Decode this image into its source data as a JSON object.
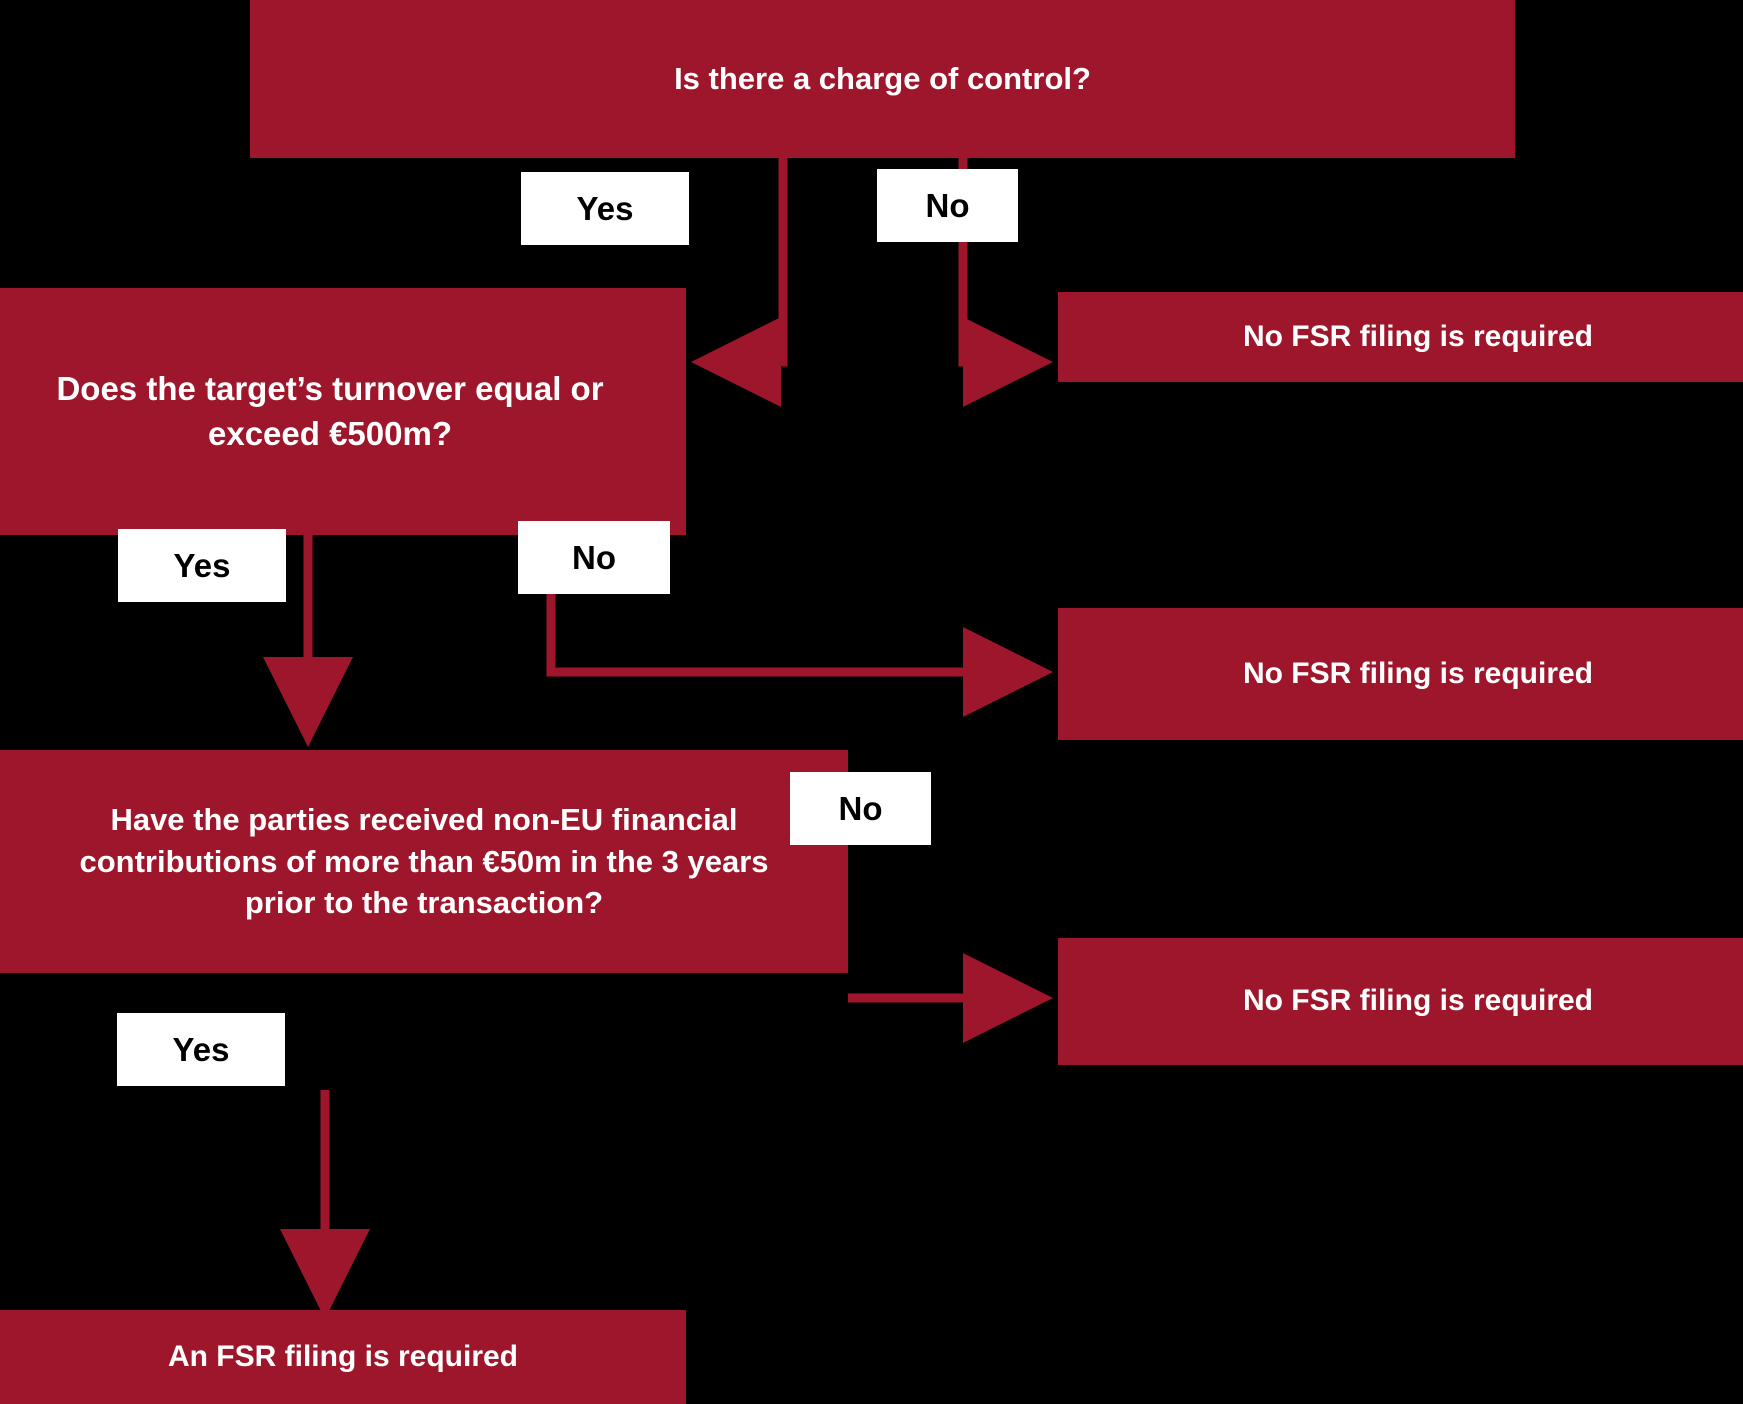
{
  "diagram": {
    "title_node": "Is there a charge of control?",
    "theme": {
      "node_fill": "#9E162B",
      "node_text": "#ffffff",
      "label_fill": "#ffffff",
      "label_text": "#000000",
      "connector": "#9E162B",
      "background": "#000000"
    },
    "nodes": [
      {
        "id": "q1",
        "kind": "decision",
        "text": "Is there a charge of control?"
      },
      {
        "id": "q2",
        "kind": "decision",
        "text": "Does the target’s turnover equal or exceed €500m?"
      },
      {
        "id": "q3",
        "kind": "decision",
        "text": "Have the parties received non-EU financial contributions of more than €50m in the 3 years prior to the transaction?"
      },
      {
        "id": "t1",
        "kind": "terminal",
        "text": "No FSR filing is required"
      },
      {
        "id": "t2",
        "kind": "terminal",
        "text": "No FSR filing is required"
      },
      {
        "id": "t3",
        "kind": "terminal",
        "text": "No FSR filing is required"
      },
      {
        "id": "t4",
        "kind": "terminal",
        "text": "An FSR filing is required"
      }
    ],
    "edge_labels": [
      {
        "id": "e1",
        "text": "Yes",
        "from": "q1",
        "to": "q2"
      },
      {
        "id": "e2",
        "text": "No",
        "from": "q1",
        "to": "t1"
      },
      {
        "id": "e3",
        "text": "Yes",
        "from": "q2",
        "to": "q3"
      },
      {
        "id": "e4",
        "text": "No",
        "from": "q2",
        "to": "t2"
      },
      {
        "id": "e5",
        "text": "No",
        "from": "q3",
        "to": "t3"
      },
      {
        "id": "e6",
        "text": "Yes",
        "from": "q3",
        "to": "t4"
      }
    ]
  }
}
